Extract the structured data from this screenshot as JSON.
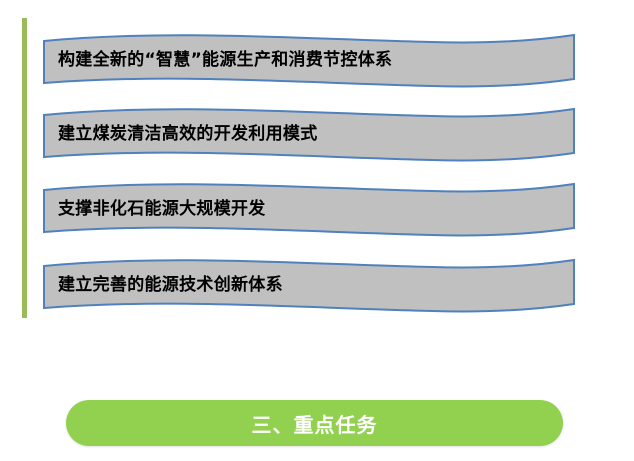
{
  "colors": {
    "banner_fill": "#c0c0c0",
    "banner_stroke": "#4f81bd",
    "accent_bar": "#9bbb59",
    "pill_fill": "#92d050",
    "pill_text": "#ffffff"
  },
  "banners": [
    {
      "label": "构建全新的“智慧”能源生产和消费节控体系"
    },
    {
      "label": "建立煤炭清洁高效的开发利用模式"
    },
    {
      "label": "支撑非化石能源大规模开发"
    },
    {
      "label": "建立完善的能源技术创新体系"
    }
  ],
  "section_button": {
    "label": "三、重点任务"
  }
}
